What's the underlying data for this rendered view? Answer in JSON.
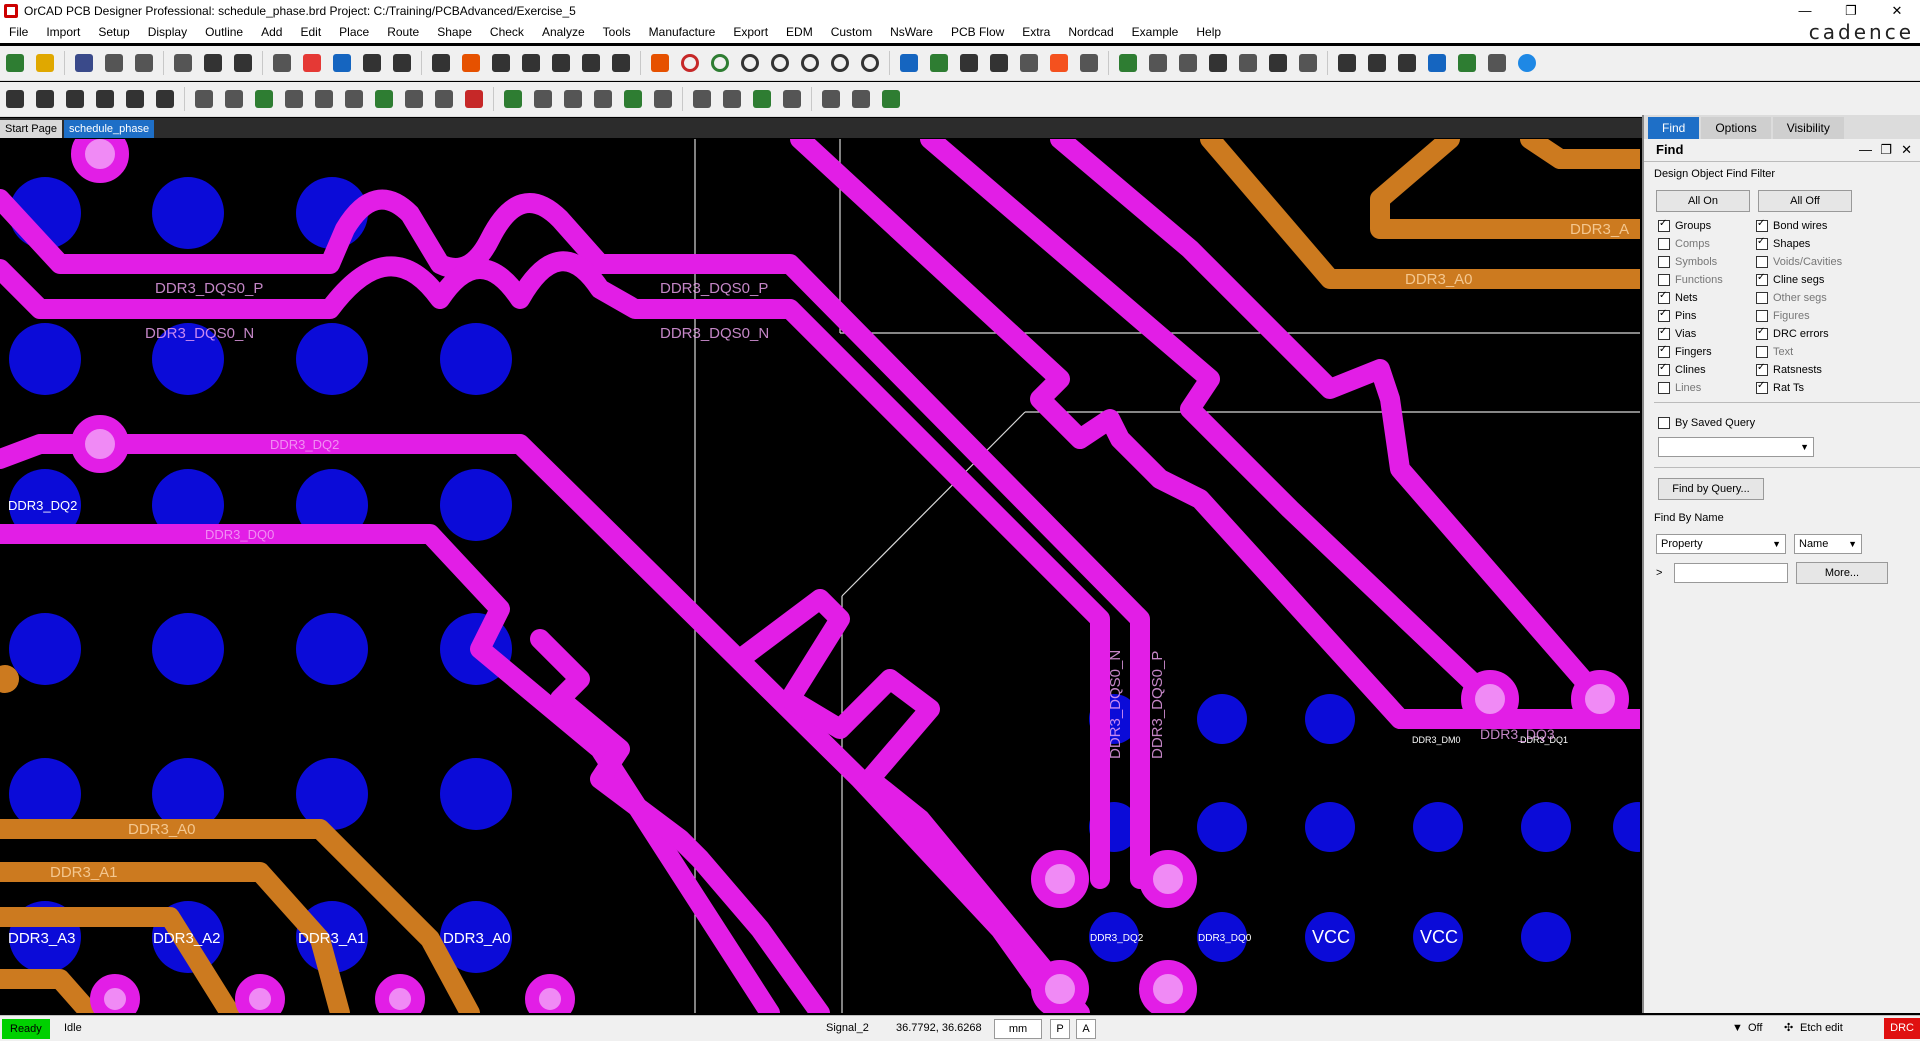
{
  "window": {
    "title": "OrCAD PCB Designer Professional: schedule_phase.brd  Project: C:/Training/PCBAdvanced/Exercise_5",
    "min": "—",
    "max": "❐",
    "close": "✕"
  },
  "menu": [
    "File",
    "Import",
    "Setup",
    "Display",
    "Outline",
    "Add",
    "Edit",
    "Place",
    "Route",
    "Shape",
    "Check",
    "Analyze",
    "Tools",
    "Manufacture",
    "Export",
    "EDM",
    "Custom",
    "NsWare",
    "PCB Flow",
    "Extra",
    "Nordcad",
    "Example",
    "Help"
  ],
  "brand": "cadence",
  "tabs": {
    "start": "Start Page",
    "doc": "schedule_phase"
  },
  "panel": {
    "tabs": [
      "Find",
      "Options",
      "Visibility"
    ],
    "title": "Find",
    "filter_group": "Design Object Find Filter",
    "all_on": "All On",
    "all_off": "All Off",
    "left": [
      {
        "label": "Groups",
        "checked": true
      },
      {
        "label": "Comps",
        "checked": false
      },
      {
        "label": "Symbols",
        "checked": false
      },
      {
        "label": "Functions",
        "checked": false
      },
      {
        "label": "Nets",
        "checked": true
      },
      {
        "label": "Pins",
        "checked": true
      },
      {
        "label": "Vias",
        "checked": true
      },
      {
        "label": "Fingers",
        "checked": true
      },
      {
        "label": "Clines",
        "checked": true
      },
      {
        "label": "Lines",
        "checked": false
      }
    ],
    "right": [
      {
        "label": "Bond wires",
        "checked": true
      },
      {
        "label": "Shapes",
        "checked": true
      },
      {
        "label": "Voids/Cavities",
        "checked": false
      },
      {
        "label": "Cline segs",
        "checked": true
      },
      {
        "label": "Other segs",
        "checked": false
      },
      {
        "label": "Figures",
        "checked": false
      },
      {
        "label": "DRC errors",
        "checked": true
      },
      {
        "label": "Text",
        "checked": false
      },
      {
        "label": "Ratsnests",
        "checked": true
      },
      {
        "label": "Rat Ts",
        "checked": true
      }
    ],
    "saved_query": "By Saved Query",
    "find_by_query": "Find by Query...",
    "find_by_name": "Find By Name",
    "property": "Property",
    "name": "Name",
    "prompt": ">",
    "more": "More..."
  },
  "canvas_labels": {
    "dqs0p": "DDR3_DQS0_P",
    "dqs0n": "DDR3_DQS0_N",
    "dq2": "DDR3_DQ2",
    "dq0": "DDR3_DQ0",
    "dq1": "DDR3_DQ1",
    "dq3": "DDR3_DQ3",
    "dm0": "DDR3_DM0",
    "a0": "DDR3_A0",
    "a1": "DDR3_A1",
    "a2": "DDR3_A2",
    "a3": "DDR3_A3",
    "a_trunc": "DDR3_A",
    "vcc": "VCC"
  },
  "status": {
    "ready": "Ready",
    "idle": "Idle",
    "layer": "Signal_2",
    "coords": "36.7792, 36.6268",
    "unit": "mm",
    "p": "P",
    "a": "A",
    "off": "Off",
    "etch": "Etch edit",
    "drc": "DRC"
  },
  "colors": {
    "trace": "#e21ee6",
    "pad": "#f08af5",
    "via": "#0b0bd8",
    "addr": "#cc7a1f",
    "accent": "#1e6fc7"
  }
}
